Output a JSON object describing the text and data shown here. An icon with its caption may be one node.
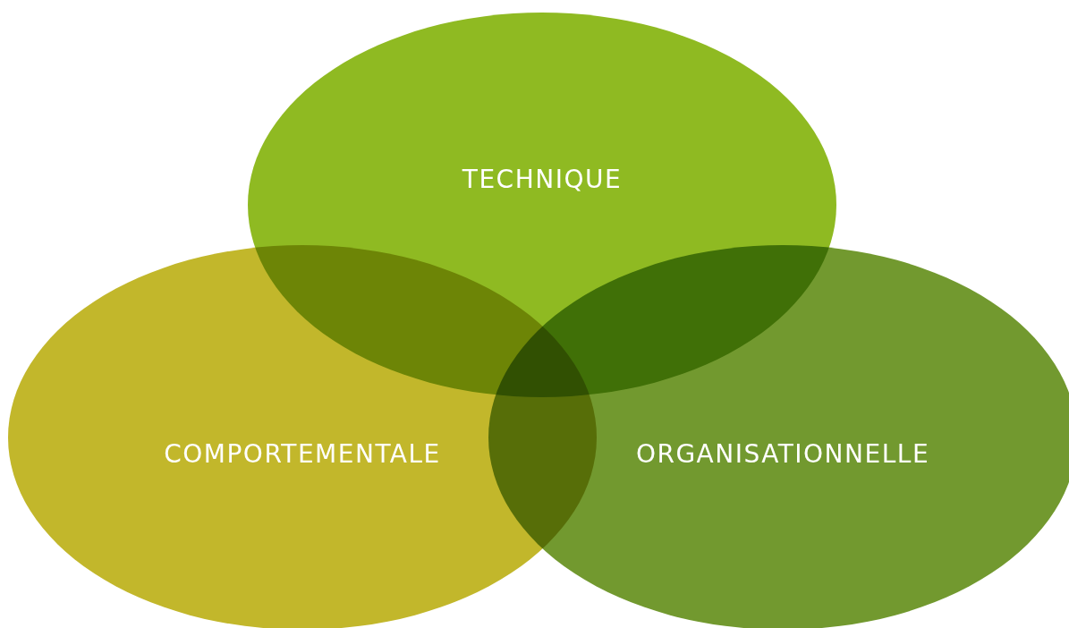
{
  "diagram": {
    "nodes": [
      {
        "text": [
          "TECHNIQUE"
        ]
      },
      {
        "text": [
          "COMPORTEMENTALE"
        ]
      },
      {
        "text": [
          "ORGANISATIONNELLE"
        ]
      }
    ]
  }
}
